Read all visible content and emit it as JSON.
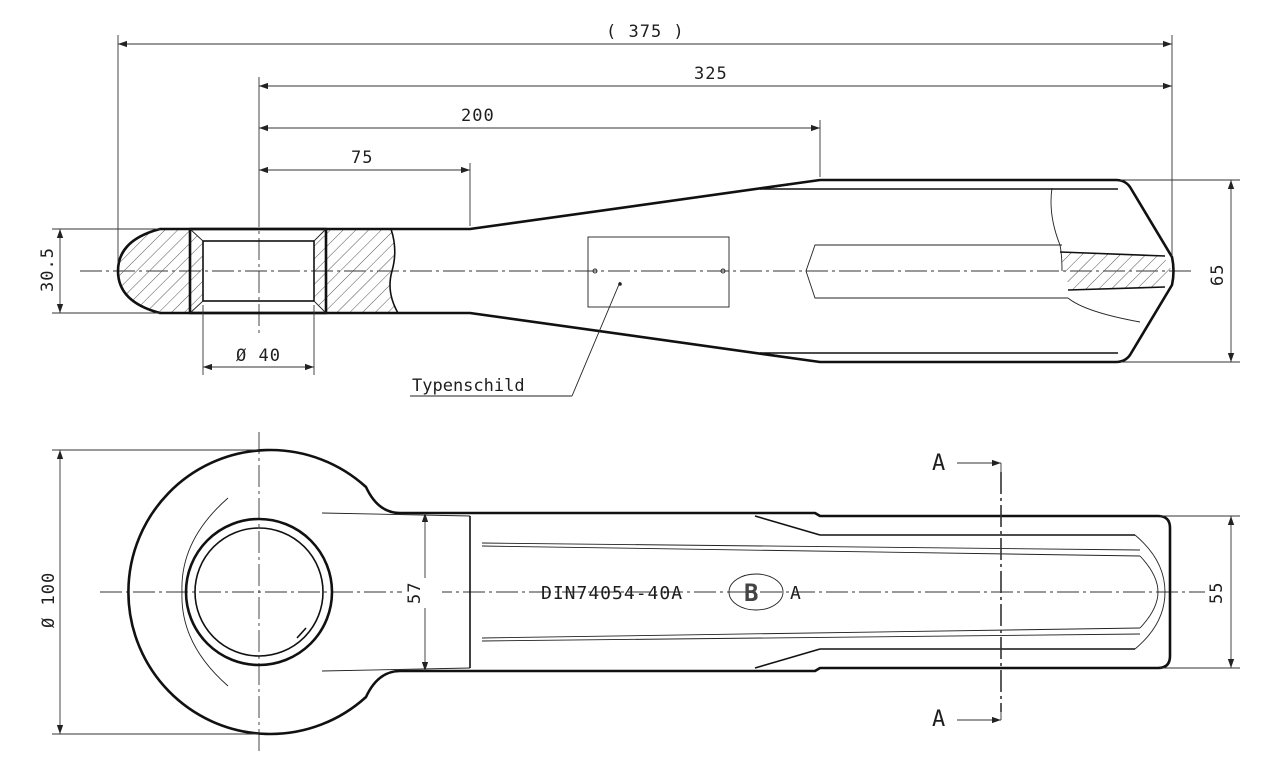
{
  "dimensions": {
    "overall_length": "( 375 )",
    "length_325": "325",
    "length_200": "200",
    "length_75": "75",
    "head_height": "30.5",
    "bore_diameter": "Ø 40",
    "shaft_height": "65",
    "ring_diameter": "Ø 100",
    "width_57": "57",
    "width_55": "55"
  },
  "labels": {
    "type_plate": "Typenschild",
    "marking_text": "DIN74054-40A",
    "marking_logo": "B",
    "marking_suffix": "A",
    "section_top": "A",
    "section_bottom": "A"
  }
}
